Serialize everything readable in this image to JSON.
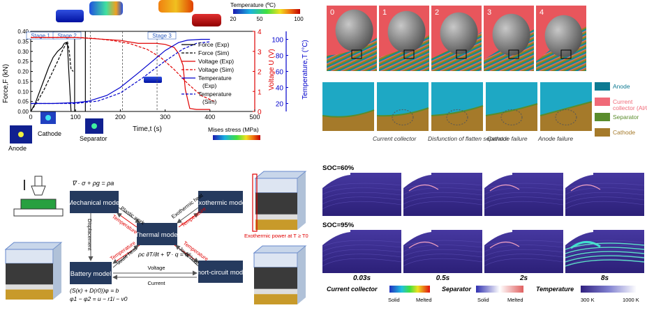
{
  "panel_a": {
    "chart_data": {
      "type": "line",
      "xlabel": "Time,t (s)",
      "xticks": [
        "0",
        "100",
        "200",
        "300",
        "400",
        "500"
      ],
      "xlim": [
        0,
        500
      ],
      "axes": {
        "force": {
          "label": "Force,F (kN)",
          "ticks": [
            "0.00",
            "0.05",
            "0.10",
            "0.15",
            "0.20",
            "0.25",
            "0.30",
            "0.35",
            "0.40"
          ],
          "range": [
            0,
            0.4
          ]
        },
        "voltage": {
          "label": "Voltage U (V)",
          "ticks": [
            "0",
            "1",
            "2",
            "3",
            "4"
          ],
          "range": [
            0,
            4
          ]
        },
        "temperature": {
          "label": "Temperature,T (°C)",
          "ticks": [
            "20",
            "40",
            "60",
            "80",
            "100"
          ],
          "range": [
            10,
            110
          ]
        }
      },
      "stage_labels": [
        "Stage 1",
        "Stage 2",
        "Stage 3"
      ],
      "series": [
        {
          "name": "Force (Exp)",
          "axis": "force",
          "style": "solid",
          "color": "#000000",
          "x": [
            0,
            10,
            20,
            30,
            40,
            50,
            60,
            70,
            75,
            80,
            82,
            85,
            90
          ],
          "y": [
            0,
            0.04,
            0.1,
            0.16,
            0.22,
            0.27,
            0.3,
            0.32,
            0.34,
            0.345,
            0.33,
            0.2,
            0.0
          ]
        },
        {
          "name": "Force (Sim)",
          "axis": "force",
          "style": "dashed",
          "color": "#000000",
          "x": [
            0,
            15,
            30,
            45,
            60,
            72,
            82,
            86,
            90,
            95
          ],
          "y": [
            0,
            0.05,
            0.11,
            0.18,
            0.25,
            0.31,
            0.35,
            0.3,
            0.21,
            0.2
          ]
        },
        {
          "name": "Voltage (Exp)",
          "axis": "voltage",
          "style": "solid",
          "color": "#e00000",
          "x": [
            0,
            30,
            60,
            100,
            130,
            200,
            240,
            280,
            300,
            320,
            330,
            340,
            345,
            355,
            370,
            400
          ],
          "y": [
            3.7,
            3.7,
            3.7,
            3.7,
            3.65,
            3.55,
            3.4,
            3.4,
            3.35,
            3.2,
            2.9,
            2.3,
            1.1,
            0.15,
            0.1,
            0.1
          ]
        },
        {
          "name": "Voltage (Sim)",
          "axis": "voltage",
          "style": "dashed",
          "color": "#e00000",
          "x": [
            0,
            100,
            140,
            180,
            220,
            260,
            290,
            320,
            350,
            380,
            410
          ],
          "y": [
            3.7,
            3.7,
            3.65,
            3.55,
            3.4,
            3.1,
            2.7,
            2.1,
            1.4,
            0.8,
            0.5
          ]
        },
        {
          "name": "Temperature (Exp)",
          "axis": "temperature",
          "style": "solid",
          "color": "#0000cc",
          "x": [
            0,
            50,
            100,
            130,
            170,
            200,
            240,
            270,
            300,
            330,
            350,
            380,
            400
          ],
          "y": [
            20,
            20,
            21,
            23,
            30,
            40,
            58,
            72,
            86,
            96,
            99,
            100,
            100
          ]
        },
        {
          "name": "Temperature (Sim)",
          "axis": "temperature",
          "style": "dashed",
          "color": "#0000cc",
          "x": [
            0,
            100,
            150,
            200,
            250,
            300,
            340,
            370,
            400
          ],
          "y": [
            20,
            20,
            23,
            33,
            52,
            73,
            88,
            95,
            97
          ]
        }
      ]
    },
    "colorbar_temperature": {
      "title": "Temperature (ºC)",
      "ticks": [
        "20",
        "50",
        "100"
      ]
    },
    "colorbar_stress": {
      "title": "Mises stress (MPa)"
    },
    "insets": {
      "cathode": "Cathode",
      "anode": "Anode",
      "separator": "Separator"
    }
  },
  "panel_b": {
    "frames": [
      "0",
      "1",
      "2",
      "3",
      "4"
    ],
    "captions": [
      "Current collector",
      "Disfunction of flatten separator",
      "Cathode failure",
      "Anode failure"
    ],
    "legend": [
      {
        "label": "Anode",
        "color": "#0d7a92"
      },
      {
        "label": "Current collector (Al/Cu)",
        "color": "#f06a78"
      },
      {
        "label": "Separator",
        "color": "#5a8c2c"
      },
      {
        "label": "Cathode",
        "color": "#a57a2a"
      }
    ]
  },
  "panel_c": {
    "equations": {
      "mechanical": "∇ · σ + ρg = ρa",
      "thermal": "ρc ∂T/∂t + ∇ · q = q̇s",
      "battery_1": "(S(κ) + D(r0))φ = b",
      "battery_2": "φ1 − φ2 = u − r1i − v0"
    },
    "boxes": {
      "mechanical": "Mechanical model",
      "exothermic": "Exothermic model",
      "thermal": "Thermal model",
      "battery": "Battery model",
      "short_circuit": "Short-circuit model"
    },
    "arrow_labels": {
      "plastic_work": "Plastic work",
      "temperature": "Temperature",
      "exothermic_heat": "Exothermic heat",
      "displacement": "Displacement",
      "joule_heat": "Joule heat",
      "voltage": "Voltage",
      "current": "Current",
      "exothermic_power": "Exothermic power at T ≥ T0"
    }
  },
  "panel_d": {
    "rows": [
      "SOC=60%",
      "SOC=95%"
    ],
    "times": [
      "0.03s",
      "0.5s",
      "2s",
      "8s"
    ],
    "colorbars": [
      {
        "title": "Current collector",
        "low": "Solid",
        "high": "Melted"
      },
      {
        "title": "Separator",
        "low": "Solid",
        "high": "Melted"
      },
      {
        "title": "Temperature",
        "low": "300 K",
        "high": "1000 K"
      }
    ]
  },
  "colors": {
    "navy_box": "#253a5e",
    "cap_red": "#e8565c",
    "accent_red": "#e00000",
    "accent_blue": "#0000cc"
  }
}
